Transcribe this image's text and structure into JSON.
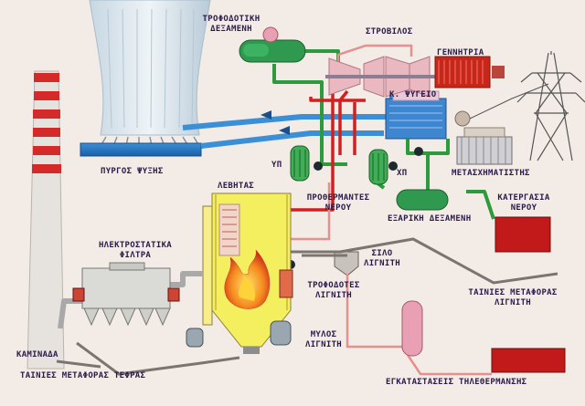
{
  "labels": {
    "feed_tank": "ΤΡΟΦΟΔΟΤΙΚΗ",
    "feed_tank_2": "ΔΕΞΑΜΕΝΗ",
    "turbine": "ΣΤΡΟΒΙΛΟΣ",
    "generator": "ΓΕΝΝΗΤΡΙΑ",
    "condenser": "Κ. ΨΥΓΕΙΟ",
    "cooling_tower": "ΠΥΡΓΟΣ ΨΥΞΗΣ",
    "hp": "ΥΠ",
    "lp": "ΧΠ",
    "boiler": "ΛΕΒΗΤΑΣ",
    "preheaters": "ΠΡΟΘΕΡΜΑΝΤΕΣ",
    "preheaters_2": "ΝΕΡΟΥ",
    "transformer": "ΜΕΤΑΣΧΗΜΑΤΙΣΤΗΣ",
    "desalin_tank": "ΕΞΑΡΙΚΗ ΔΕΞΑΜΕΝΗ",
    "water_processing": "ΚΑΤΕΡΓΑΣΙΑ",
    "water_processing_2": "ΝΕΡΟΥ",
    "electrostatic_filters": "ΗΛΕΚΤΡΟΣΤΑΤΙΚΑ",
    "electrostatic_filters_2": "ΦΙΛΤΡΑ",
    "lignite_silo": "ΣΙΛΟ",
    "lignite_silo_2": "ΛΙΓΝΙΤΗ",
    "lignite_feeders": "ΤΡΟΦΟΔΟΤΕΣ",
    "lignite_feeders_2": "ΛΙΓΝΙΤΗ",
    "conveyor_belts": "ΤΑΙΝΙΕΣ ΜΕΤΑΦΟΡΑΣ",
    "conveyor_belts_2": "ΛΙΓΝΙΤΗ",
    "lignite_mill": "ΜΥΛΟΣ",
    "lignite_mill_2": "ΛΙΓΝΙΤΗ",
    "chimney": "ΚΑΜΙΝΑΔΑ",
    "ash_conveyor": "ΤΑΙΝΙΕΣ ΜΕΤΑΦΟΡΑΣ ΤΕΦΡΑΣ",
    "district_heating": "ΕΓΚΑΤΑΣΤΑΣΕΙΣ ΤΗΛΕΘΕΡΜΑΝΣΗΣ"
  },
  "colors": {
    "steam": "#d22020",
    "water": "#2d9a3e",
    "cooling": "#3a8fd6",
    "flue": "#9a9a9a",
    "boiler": "#f3ef5e",
    "tank": "#2f9a4f",
    "cooling_tower": "#dbe6ec"
  }
}
